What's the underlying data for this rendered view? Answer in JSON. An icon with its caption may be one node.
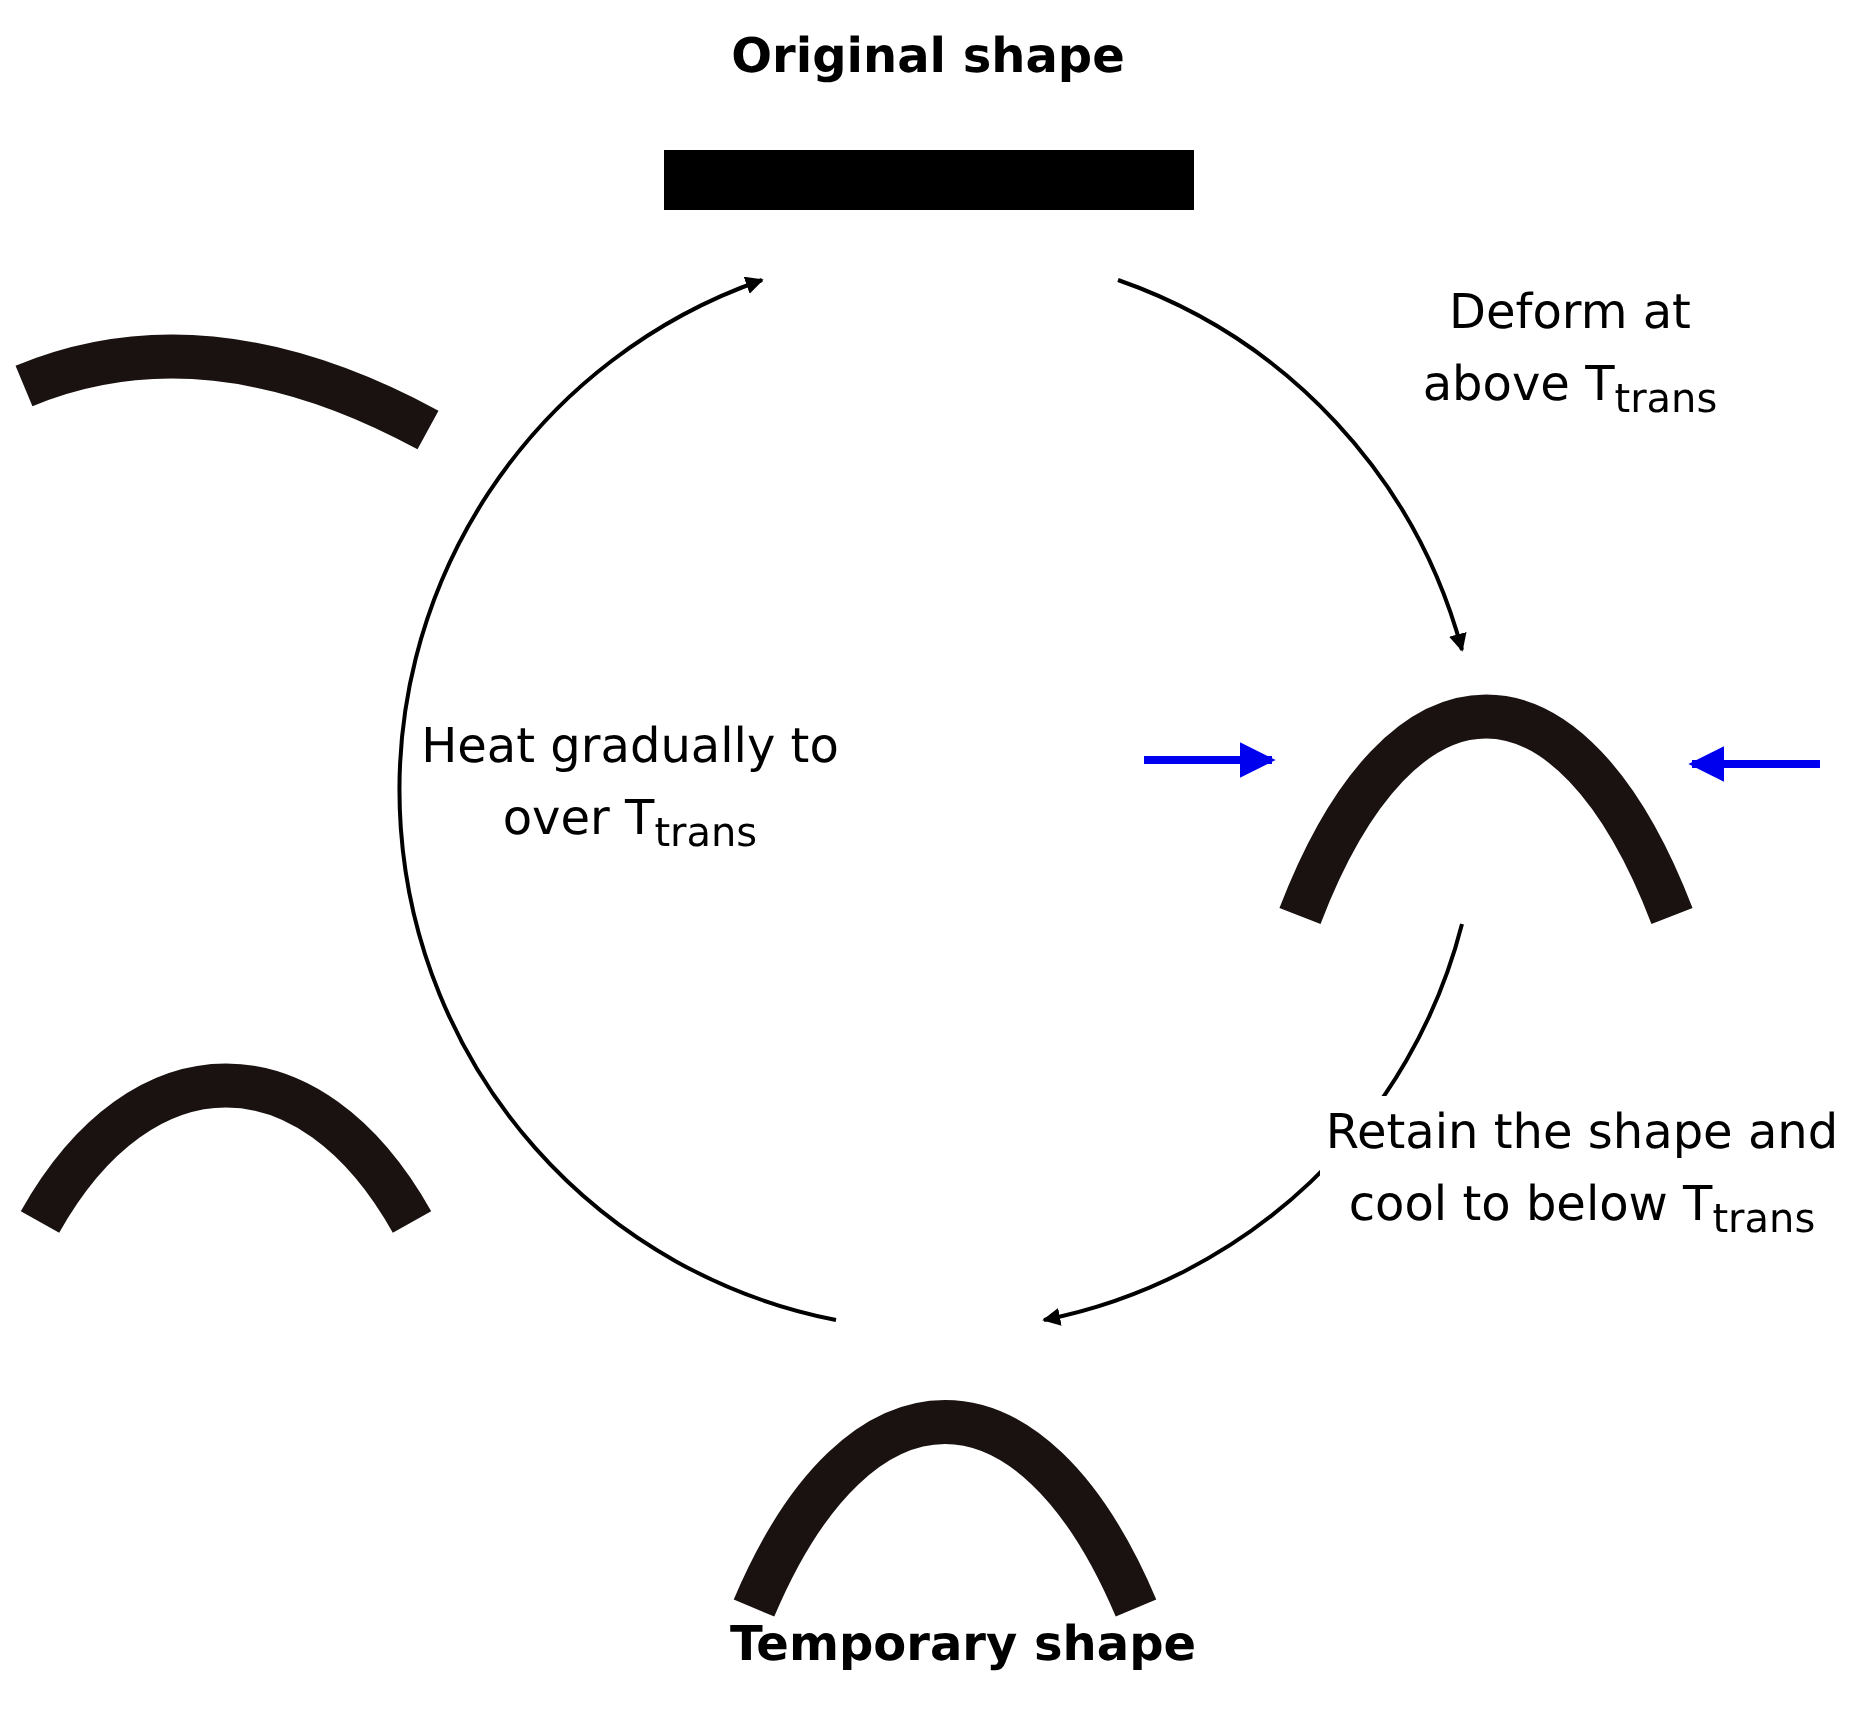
{
  "diagram": {
    "nodes": [
      {
        "text": [
          "Original shape"
        ]
      },
      {
        "text": [],
        "shape": "picture"
      },
      {
        "text": [],
        "shape": "picture"
      },
      {
        "text": [],
        "shape": "picture"
      },
      {
        "text": [
          "Temporary shape"
        ]
      }
    ],
    "edges": [
      {
        "from": 0,
        "to": 2,
        "arrow": "to",
        "label": "Deform at above T$_{trans}$"
      },
      {
        "from": 2,
        "to": 4,
        "arrow": "to",
        "label": "Retain the shape and cool to below T$_{trans}$"
      },
      {
        "from": 4,
        "to": 0,
        "arrow": "to",
        "label": "Heat gradually to over T$_{trans}$"
      }
    ]
  }
}
